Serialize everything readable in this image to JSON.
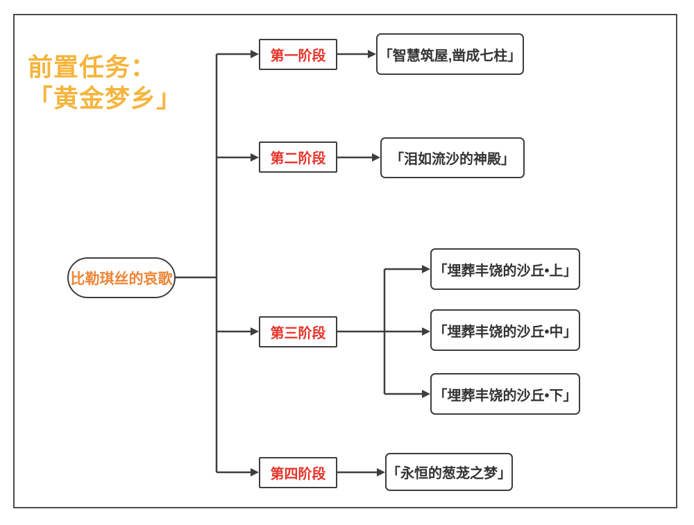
{
  "title": {
    "line1": "前置任务：",
    "line2": "「黄金梦乡」"
  },
  "root": {
    "label": "比勒琪丝的哀歌"
  },
  "stages": [
    {
      "label": "第一阶段",
      "quests": [
        "「智慧筑屋,凿成七柱」"
      ]
    },
    {
      "label": "第二阶段",
      "quests": [
        "「泪如流沙的神殿」"
      ]
    },
    {
      "label": "第三阶段",
      "quests": [
        "「埋葬丰饶的沙丘•上」",
        "「埋葬丰饶的沙丘•中」",
        "「埋葬丰饶的沙丘•下」"
      ]
    },
    {
      "label": "第四阶段",
      "quests": [
        "「永恒的葱茏之梦」"
      ]
    }
  ],
  "colors": {
    "title_text": "#F5B43C",
    "root_text": "#EE8435",
    "stage_text": "#E63329",
    "quest_text": "#333333",
    "line": "#3D3D3D"
  }
}
